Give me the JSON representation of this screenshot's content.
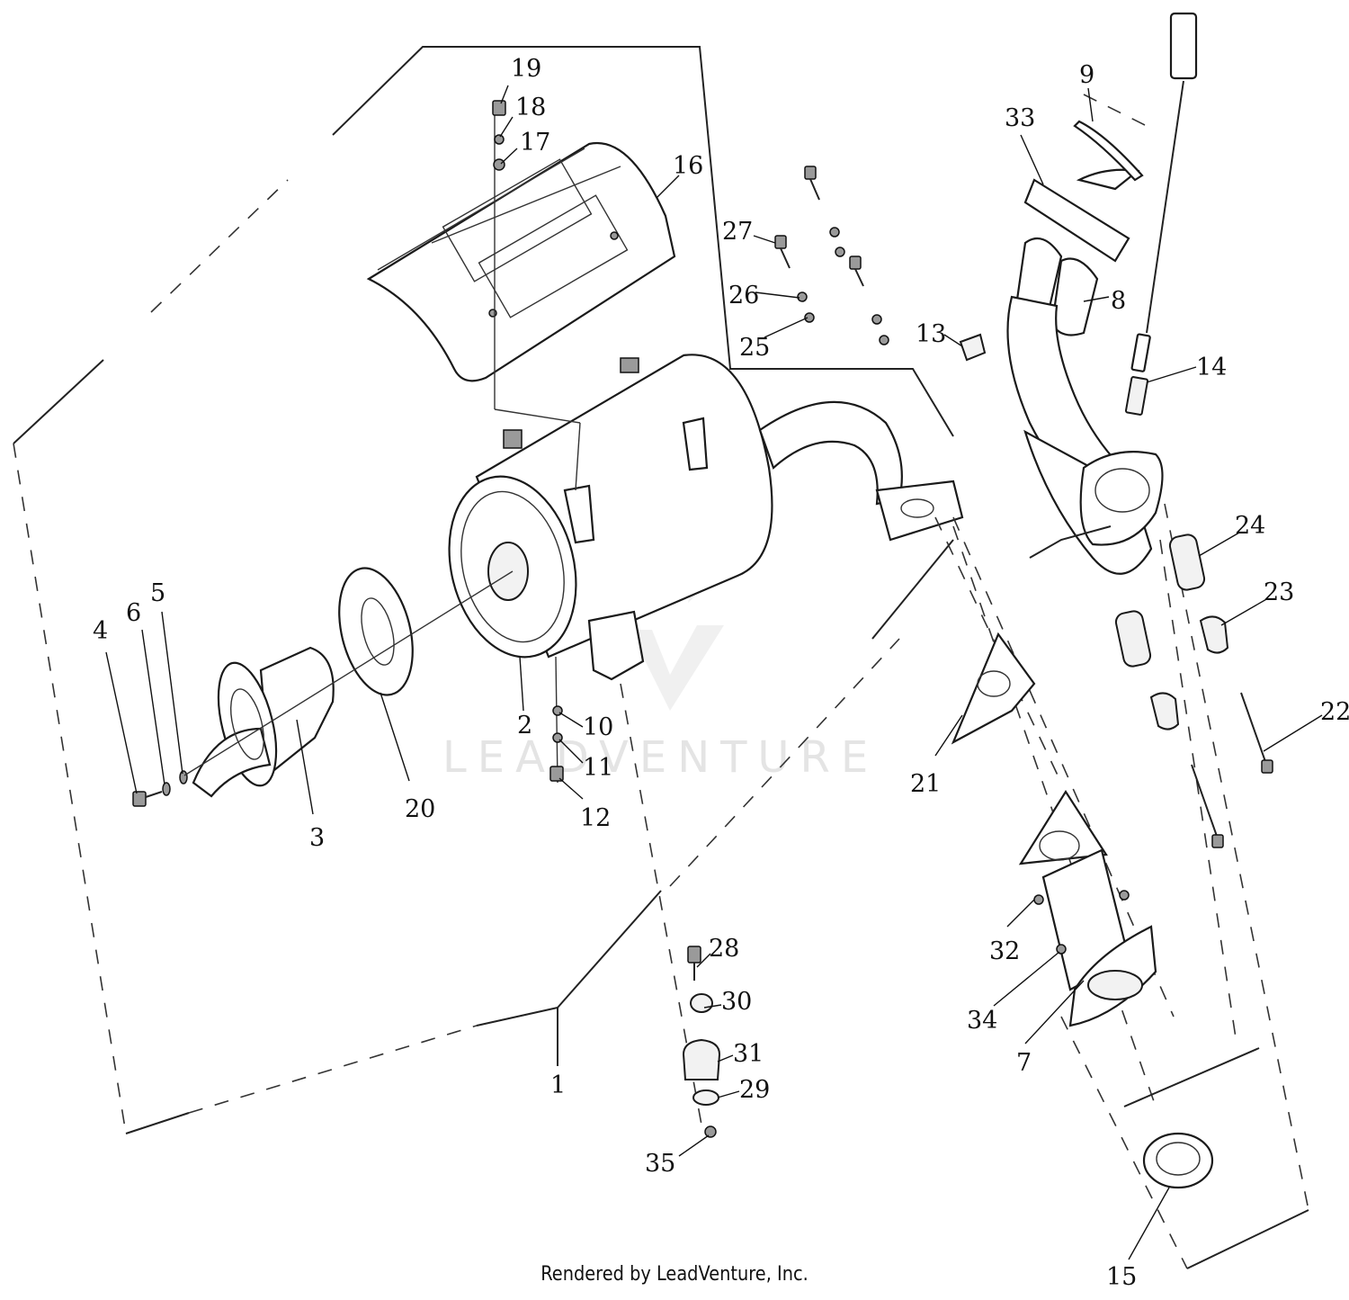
{
  "callouts": {
    "c1": "1",
    "c2": "2",
    "c3": "3",
    "c4": "4",
    "c5": "5",
    "c6": "6",
    "c7": "7",
    "c8": "8",
    "c9": "9",
    "c10": "10",
    "c11": "11",
    "c12": "12",
    "c13": "13",
    "c14": "14",
    "c15": "15",
    "c16": "16",
    "c17": "17",
    "c18": "18",
    "c19": "19",
    "c20": "20",
    "c21": "21",
    "c22": "22",
    "c23": "23",
    "c24": "24",
    "c25": "25",
    "c26": "26",
    "c27": "27",
    "c28": "28",
    "c29": "29",
    "c30": "30",
    "c31": "31",
    "c32": "32",
    "c33": "33",
    "c34": "34",
    "c35": "35"
  },
  "watermark": {
    "text": "LEADVENTURE"
  },
  "footer": {
    "credit": "Rendered by LeadVenture, Inc."
  }
}
